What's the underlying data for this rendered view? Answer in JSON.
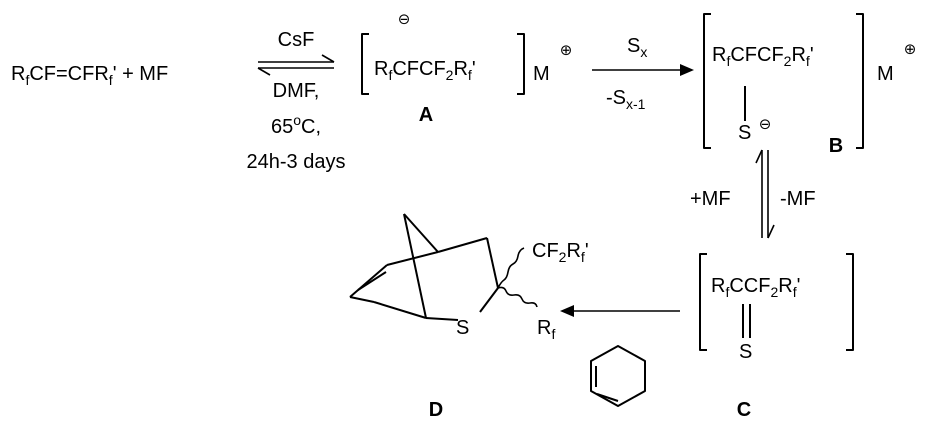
{
  "reactant": {
    "pre": "R",
    "s1": "f",
    "mid": "CF=CFR",
    "s2": "f",
    "post": "' + MF"
  },
  "step1": {
    "reagent": "CsF",
    "solvent": "DMF,",
    "temp_value": "65",
    "temp_degree": "o",
    "temp_unit": "C,",
    "time": "24h-3 days"
  },
  "intermediate_A": {
    "pre": "R",
    "s1": "f",
    "mid": "CFCF",
    "s2": "2",
    "mid2": "R",
    "s3": "f",
    "post": "'",
    "anion": "⊖",
    "counter_ion": "M",
    "cation": "⊕",
    "label": "A"
  },
  "step2": {
    "reagent_pre": "S",
    "reagent_sub": "x",
    "byproduct_pre": "-S",
    "byproduct_sub": "x-1"
  },
  "intermediate_B": {
    "pre": "R",
    "s1": "f",
    "mid": "CFCF",
    "s2": "2",
    "mid2": "R",
    "s3": "f",
    "post": "'",
    "sulfur": "S",
    "anion": "⊖",
    "counter_ion": "M",
    "cation": "⊕",
    "label": "B"
  },
  "equilibrium": {
    "left": "+MF",
    "right": "-MF"
  },
  "intermediate_C": {
    "pre": "R",
    "s1": "f",
    "mid": "CCF",
    "s2": "2",
    "mid2": "R",
    "s3": "f",
    "post": "'",
    "sulfur": "S",
    "label": "C"
  },
  "product_D": {
    "substituent1_pre": "CF",
    "substituent1_s1": "2",
    "substituent1_mid": "R",
    "substituent1_s2": "f",
    "substituent1_post": "'",
    "substituent2_pre": "R",
    "substituent2_sub": "f",
    "ring_heteroatom": "S",
    "label": "D"
  }
}
